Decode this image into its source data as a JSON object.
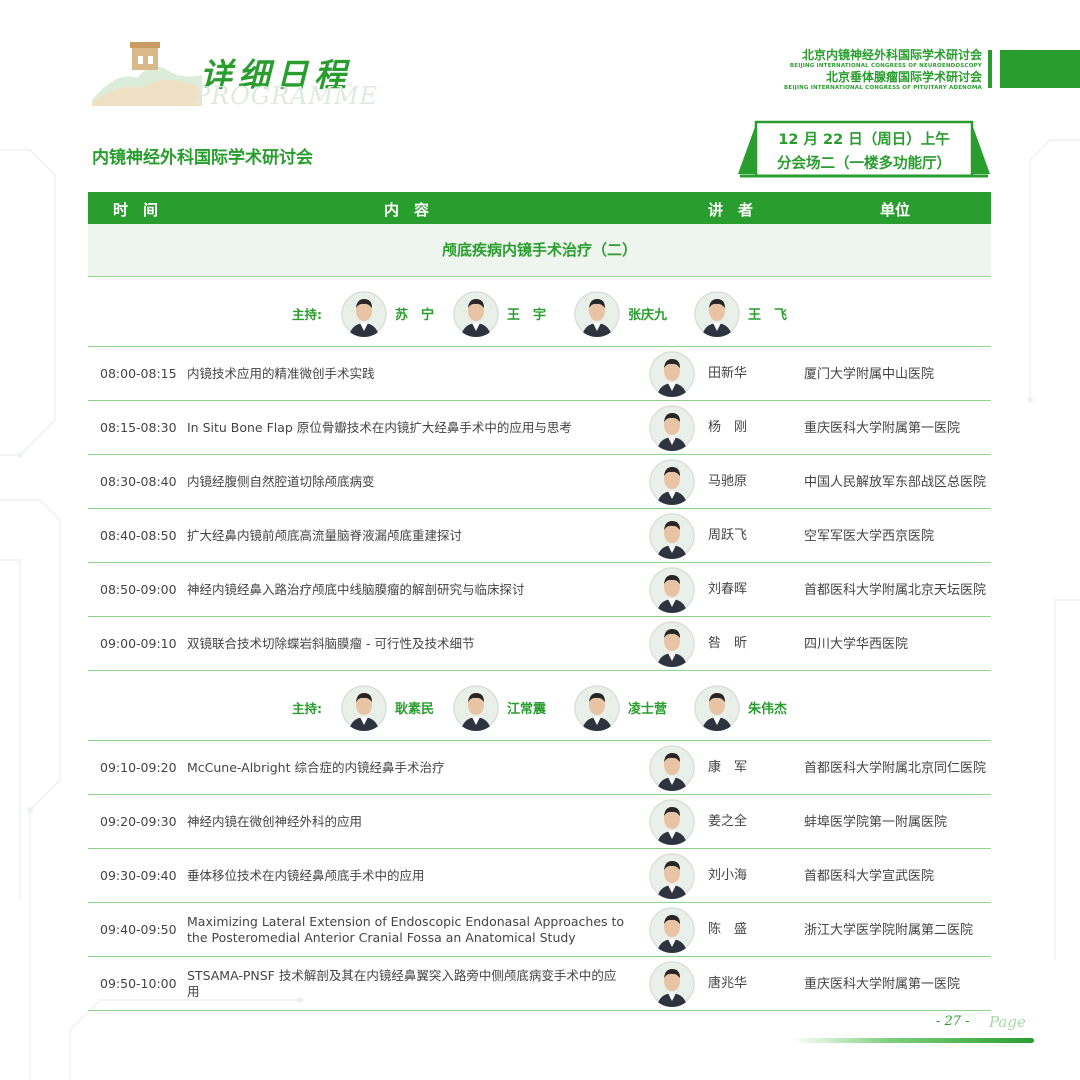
{
  "header": {
    "title_cn": "详细日程",
    "title_en": "PROGRAMME",
    "org_cn_1": "北京内镜神经外科国际学术研讨会",
    "org_en_1": "BEIJING INTERNATIONAL CONGRESS OF NEUROENDOSCOPY",
    "org_cn_2": "北京垂体腺瘤国际学术研讨会",
    "org_en_2": "BEIJING INTERNATIONAL CONGRESS OF PITUITARY ADENOMA"
  },
  "conference_title": "内镜神经外科国际学术研讨会",
  "session": {
    "line1": "12 月 22 日（周日）上午",
    "line2": "分会场二（一楼多功能厅）"
  },
  "table": {
    "headers": {
      "time": "时　间",
      "content": "内　容",
      "speaker": "讲　者",
      "unit": "单位"
    },
    "section_title": "颅底疾病内镜手术治疗（二）",
    "chair_label": "主持:",
    "chairs_1": [
      "苏　宁",
      "王　宇",
      "张庆九",
      "王　飞"
    ],
    "chairs_2": [
      "耿素民",
      "江常震",
      "凌士营",
      "朱伟杰"
    ],
    "rows_1": [
      {
        "time": "08:00-08:15",
        "topic": "内镜技术应用的精准微创手术实践",
        "speaker": "田新华",
        "unit": "厦门大学附属中山医院"
      },
      {
        "time": "08:15-08:30",
        "topic": "In Situ Bone Flap 原位骨瓣技术在内镜扩大经鼻手术中的应用与思考",
        "speaker": "杨　刚",
        "unit": "重庆医科大学附属第一医院"
      },
      {
        "time": "08:30-08:40",
        "topic": "内镜经腹侧自然腔道切除颅底病变",
        "speaker": "马驰原",
        "unit": "中国人民解放军东部战区总医院"
      },
      {
        "time": "08:40-08:50",
        "topic": "扩大经鼻内镜前颅底高流量脑脊液漏颅底重建探讨",
        "speaker": "周跃飞",
        "unit": "空军军医大学西京医院"
      },
      {
        "time": "08:50-09:00",
        "topic": "神经内镜经鼻入路治疗颅底中线脑膜瘤的解剖研究与临床探讨",
        "speaker": "刘春晖",
        "unit": "首都医科大学附属北京天坛医院"
      },
      {
        "time": "09:00-09:10",
        "topic": "双镜联合技术切除蝶岩斜脑膜瘤 - 可行性及技术细节",
        "speaker": "咎　昕",
        "unit": "四川大学华西医院"
      }
    ],
    "rows_2": [
      {
        "time": "09:10-09:20",
        "topic": "McCune-Albright 综合症的内镜经鼻手术治疗",
        "speaker": "康　军",
        "unit": "首都医科大学附属北京同仁医院"
      },
      {
        "time": "09:20-09:30",
        "topic": "神经内镜在微创神经外科的应用",
        "speaker": "姜之全",
        "unit": "蚌埠医学院第一附属医院"
      },
      {
        "time": "09:30-09:40",
        "topic": "垂体移位技术在内镜经鼻颅底手术中的应用",
        "speaker": "刘小海",
        "unit": "首都医科大学宣武医院"
      },
      {
        "time": "09:40-09:50",
        "topic": "Maximizing Lateral Extension of Endoscopic Endonasal Approaches to the Posteromedial Anterior Cranial Fossa an Anatomical Study",
        "speaker": "陈　盛",
        "unit": "浙江大学医学院附属第二医院"
      },
      {
        "time": "09:50-10:00",
        "topic": "STSAMA-PNSF 技术解剖及其在内镜经鼻翼突入路旁中侧颅底病变手术中的应用",
        "speaker": "唐兆华",
        "unit": "重庆医科大学附属第一医院"
      }
    ]
  },
  "footer": {
    "page_number": "- 27 -",
    "page_word": "Page"
  },
  "colors": {
    "accent": "#2a9d2f",
    "section_bg": "#eef5ee",
    "row_border": "#8fd08f"
  }
}
